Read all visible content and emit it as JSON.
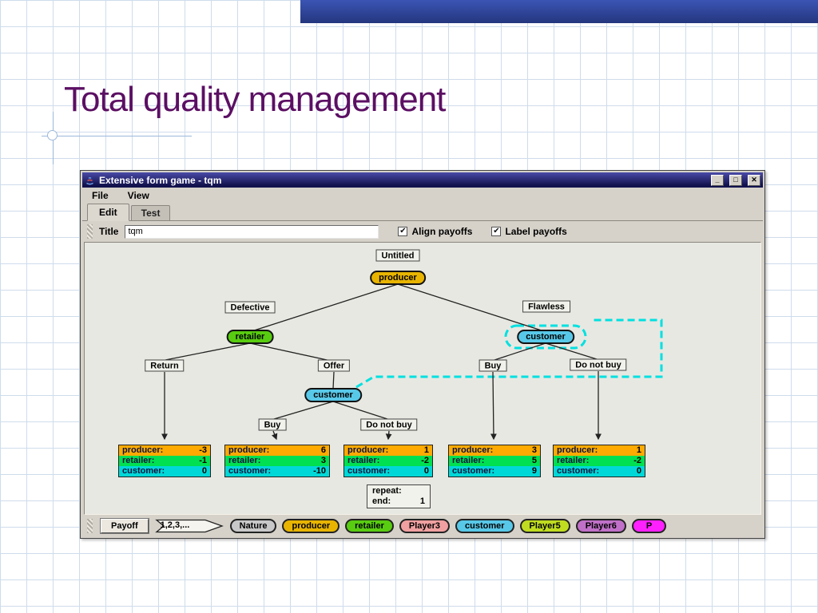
{
  "slide": {
    "title": "Total quality management"
  },
  "window": {
    "title": "Extensive form game - tqm",
    "controls": {
      "minimize": "_",
      "maximize": "□",
      "close": "✕"
    },
    "menus": [
      {
        "label": "File"
      },
      {
        "label": "View"
      }
    ],
    "tabs": [
      {
        "label": "Edit"
      },
      {
        "label": "Test"
      }
    ],
    "toolbar": {
      "title_label": "Title",
      "title_value": "tqm",
      "check_glyph": "✔",
      "checkboxes": [
        {
          "label": "Align payoffs",
          "checked": true
        },
        {
          "label": "Label payoffs",
          "checked": true
        }
      ]
    }
  },
  "tree": {
    "untitled_label": "Untitled",
    "nodes": [
      {
        "label": "producer",
        "color": "#e8b400"
      },
      {
        "label": "retailer",
        "color": "#58cc10"
      },
      {
        "label": "customer",
        "color": "#58c8e8"
      },
      {
        "label": "customer",
        "color": "#58c8e8"
      }
    ],
    "branch_labels": {
      "defective": "Defective",
      "flawless": "Flawless",
      "return": "Return",
      "offer": "Offer",
      "buy_left": "Buy",
      "do_not_buy_left": "Do not buy",
      "buy_right": "Buy",
      "do_not_buy_right": "Do not buy"
    },
    "payoffs": [
      {
        "rows": [
          {
            "label": "producer:",
            "value": "-3"
          },
          {
            "label": "retailer:",
            "value": "-1"
          },
          {
            "label": "customer:",
            "value": "0"
          }
        ]
      },
      {
        "rows": [
          {
            "label": "producer:",
            "value": "6"
          },
          {
            "label": "retailer:",
            "value": "3"
          },
          {
            "label": "customer:",
            "value": "-10"
          }
        ]
      },
      {
        "rows": [
          {
            "label": "producer:",
            "value": "1"
          },
          {
            "label": "retailer:",
            "value": "-2"
          },
          {
            "label": "customer:",
            "value": "0"
          }
        ]
      },
      {
        "rows": [
          {
            "label": "producer:",
            "value": "3"
          },
          {
            "label": "retailer:",
            "value": "5"
          },
          {
            "label": "customer:",
            "value": "9"
          }
        ]
      },
      {
        "rows": [
          {
            "label": "producer:",
            "value": "1"
          },
          {
            "label": "retailer:",
            "value": "-2"
          },
          {
            "label": "customer:",
            "value": "0"
          }
        ]
      }
    ],
    "repeat_box": {
      "label1": "repeat:",
      "label2": "end:",
      "value": "1"
    },
    "row_colors": {
      "producer": "#ffaa00",
      "retailer": "#00e050",
      "customer": "#00d8d8"
    },
    "info_set_color": "#00e0e0"
  },
  "bottom_toolbar": {
    "buttons": [
      {
        "label": "Payoff",
        "kind": "button"
      },
      {
        "label": "1,2,3,...",
        "kind": "arrow"
      },
      {
        "label": "Nature",
        "kind": "oval",
        "color": "#c8c8c8"
      },
      {
        "label": "producer",
        "kind": "oval",
        "color": "#e8b400"
      },
      {
        "label": "retailer",
        "kind": "oval",
        "color": "#58cc10"
      },
      {
        "label": "Player3",
        "kind": "oval",
        "color": "#f0a0a0"
      },
      {
        "label": "customer",
        "kind": "oval",
        "color": "#58c8e8"
      },
      {
        "label": "Player5",
        "kind": "oval",
        "color": "#c0dc20"
      },
      {
        "label": "Player6",
        "kind": "oval",
        "color": "#c070c8"
      },
      {
        "label": "P",
        "kind": "oval",
        "color": "#ff20ff"
      }
    ]
  },
  "palette": {
    "slide_title": "#5b0f63",
    "top_bar": "#2a3e96",
    "grid_line": "#cfdcec",
    "titlebar": "#1a1a5e",
    "chrome": "#d6d2ca",
    "canvas": "#e8e8e2"
  }
}
